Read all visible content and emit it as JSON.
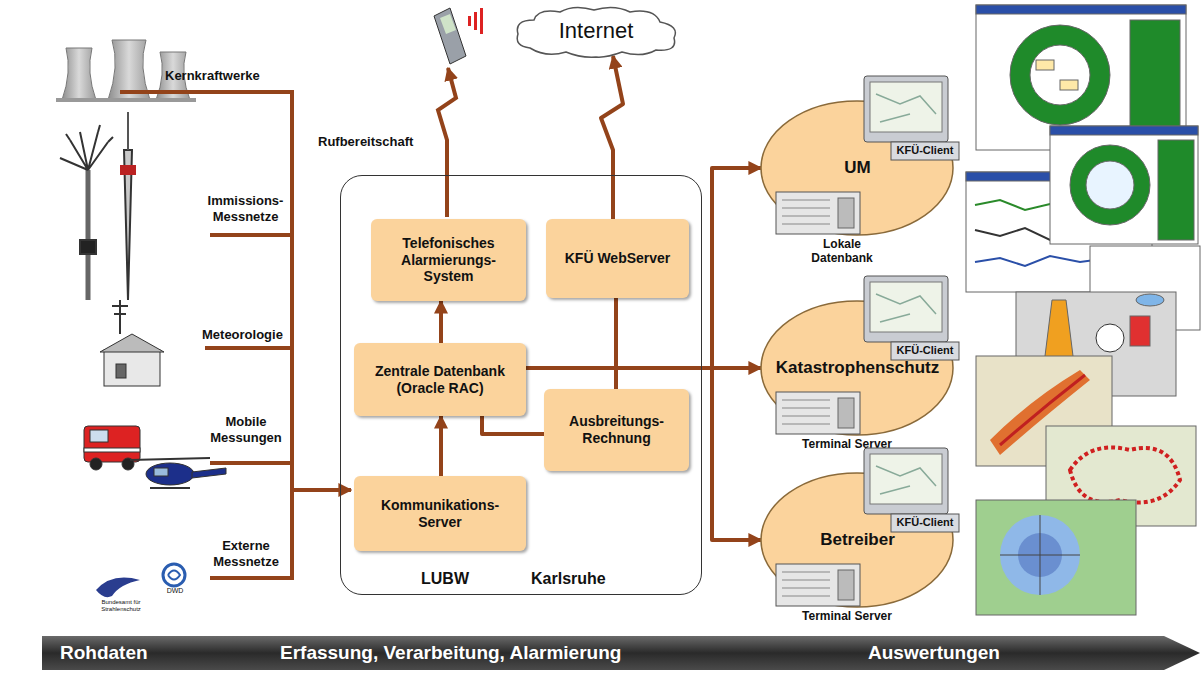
{
  "diagram": {
    "nodes": [
      {
        "text": [
          "LUBW",
          "Karlsruhe"
        ]
      },
      {
        "text": [
          "Telefonisches Alarmierungs-System"
        ],
        "in": 0
      },
      {
        "text": [
          "KFÜ WebServer"
        ],
        "in": 0
      },
      {
        "text": [
          "Zentrale Datenbank (Oracle RAC)"
        ],
        "in": 0
      },
      {
        "text": [
          "Ausbreitungs-Rechnung"
        ],
        "in": 0
      },
      {
        "text": [
          "Kommunikations-Server"
        ],
        "in": 0
      },
      {
        "text": [
          "Internet"
        ]
      },
      {
        "text": [
          "UM",
          "KFÜ-Client",
          "Lokale Datenbank"
        ]
      },
      {
        "text": [
          "Katastrophenschutz",
          "KFÜ-Client",
          "Terminal Server"
        ]
      },
      {
        "text": [
          "Betreiber",
          "KFÜ-Client",
          "Terminal Server"
        ]
      },
      {
        "text": [
          "Rohdaten",
          "Erfassung, Verarbeitung, Alarmierung",
          "Auswertungen"
        ]
      }
    ],
    "edges": [
      {
        "from": 5,
        "to": 3,
        "arrow": "to"
      },
      {
        "from": 3,
        "to": 1,
        "arrow": "to"
      },
      {
        "from": 2,
        "to": 6,
        "arrow": "to"
      },
      {
        "from": 4,
        "to": 3,
        "arrow": "none"
      },
      {
        "from": 4,
        "to": 2,
        "arrow": "none"
      },
      {
        "from": 3,
        "to": 7,
        "arrow": "to"
      },
      {
        "from": 3,
        "to": 8,
        "arrow": "to"
      },
      {
        "from": 3,
        "to": 9,
        "arrow": "to"
      }
    ],
    "labels": [
      "Kernkraftwerke",
      "Immissions- Messnetze",
      "Meteorologie",
      "Mobile Messungen",
      "Externe Messnetze",
      "Rufbereitschaft",
      "Bundesamt für Strahlenschutz",
      "DWD"
    ]
  }
}
